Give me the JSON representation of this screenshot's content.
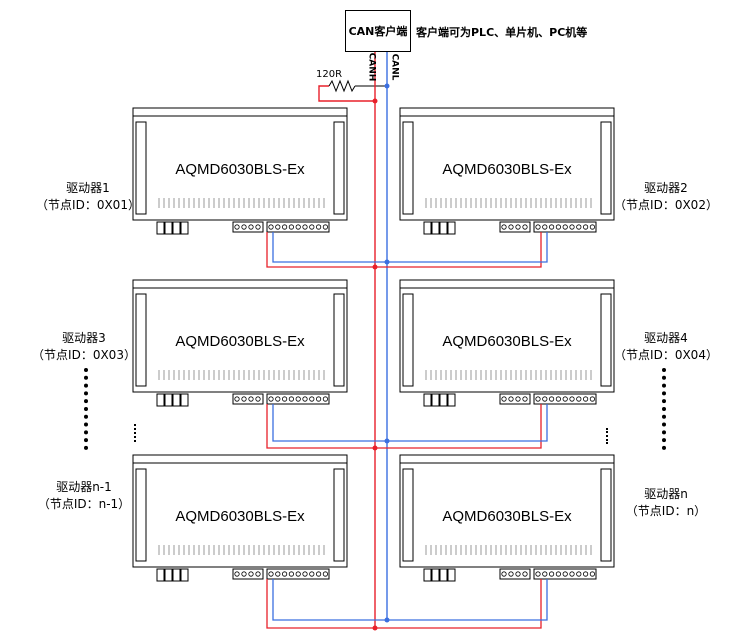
{
  "client": {
    "box_label": "CAN客户端",
    "note": "客户端可为PLC、单片机、PC机等"
  },
  "bus": {
    "canh_label": "CANH",
    "canl_label": "CANL",
    "terminator_label": "120R",
    "canh_color": "#e8202a",
    "canl_color": "#3b6fe0"
  },
  "driver_model": "AQMD6030BLS-Ex",
  "drivers": [
    {
      "name": "驱动器1",
      "node": "（节点ID：0X01）"
    },
    {
      "name": "驱动器2",
      "node": "（节点ID：0X02）"
    },
    {
      "name": "驱动器3",
      "node": "（节点ID：0X03）"
    },
    {
      "name": "驱动器4",
      "node": "（节点ID：0X04）"
    },
    {
      "name": "驱动器n-1",
      "node": "（节点ID：n-1）"
    },
    {
      "name": "驱动器n",
      "node": "（节点ID：n）"
    }
  ]
}
